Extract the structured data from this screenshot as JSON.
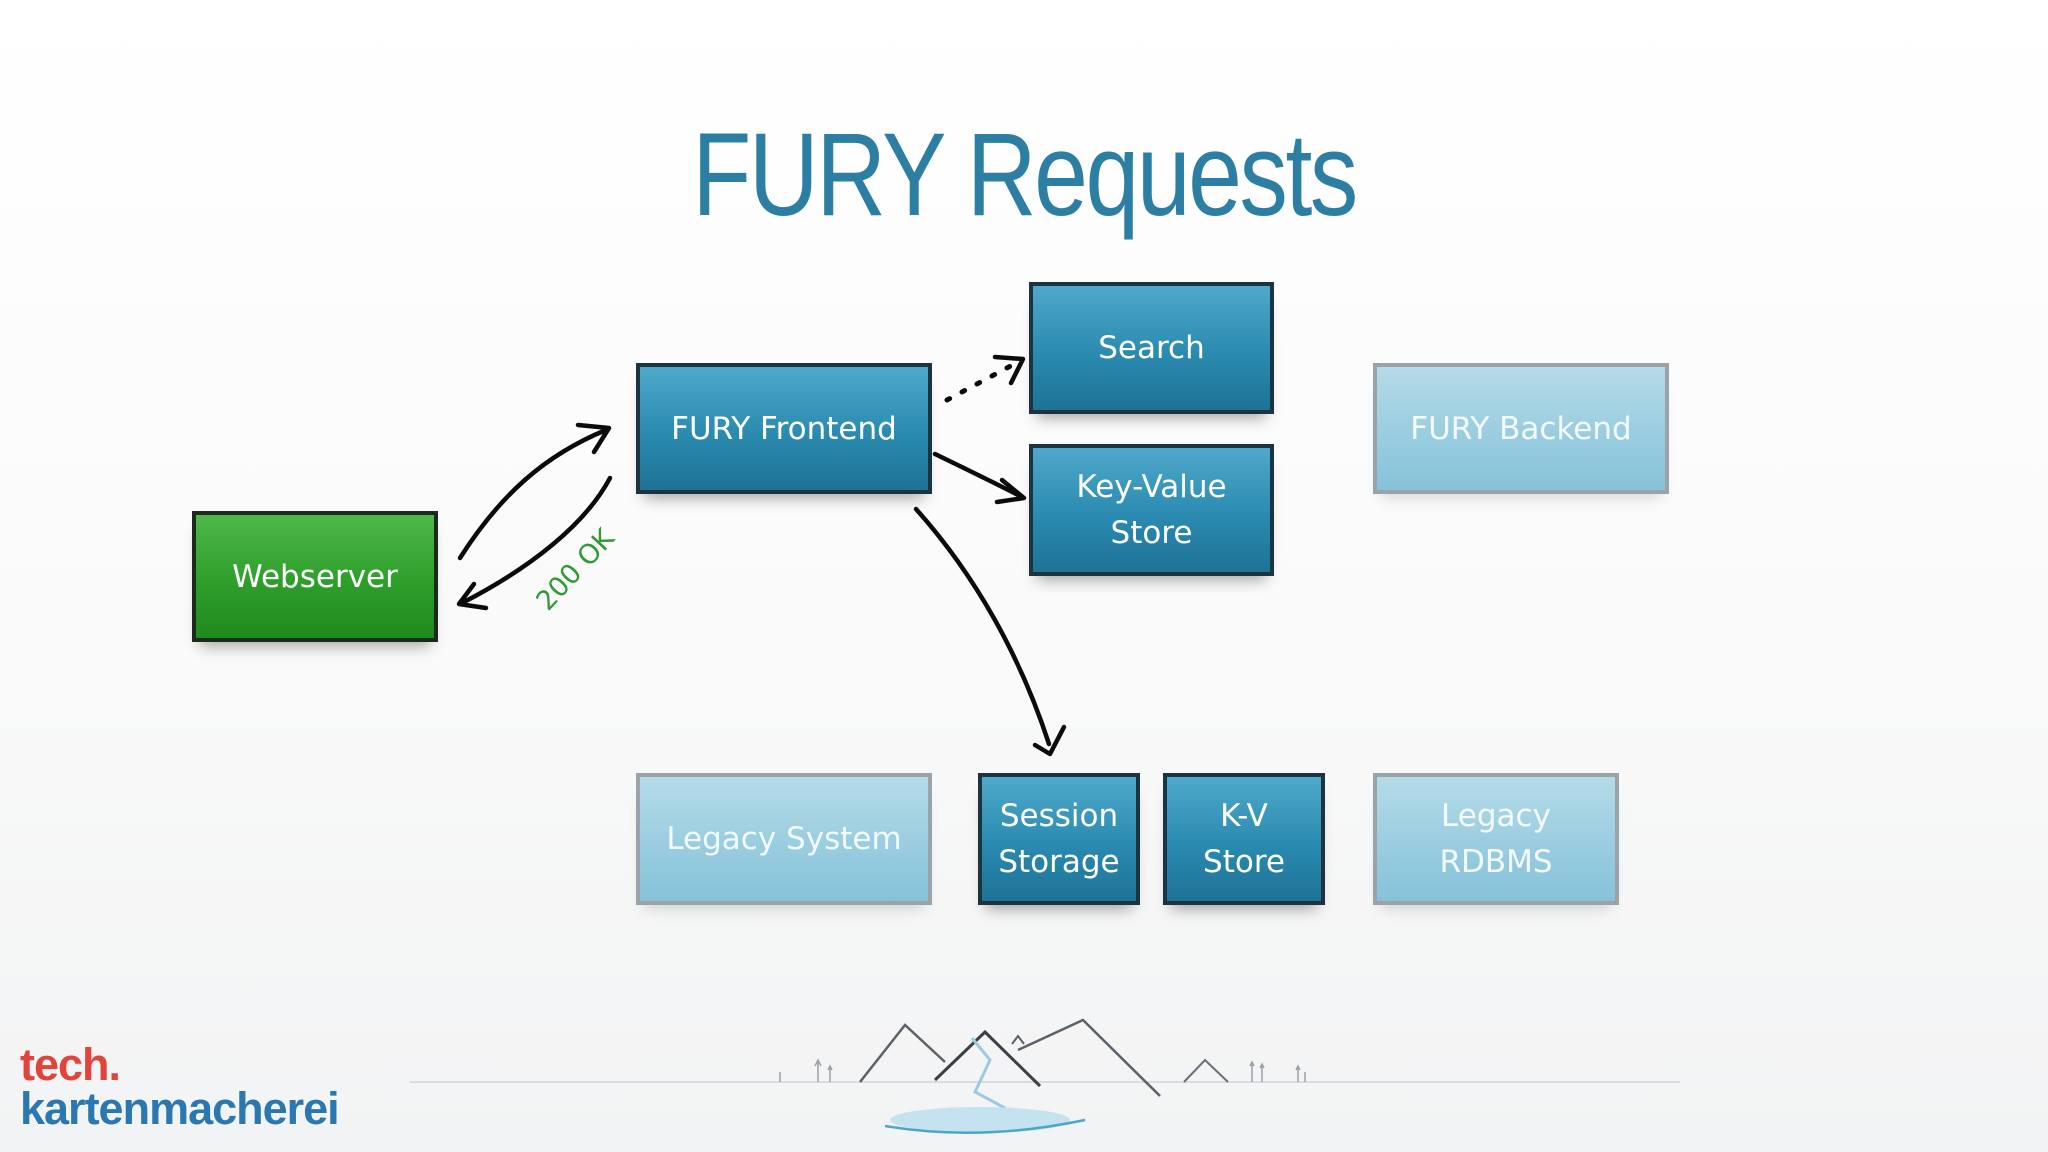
{
  "slide": {
    "title": "FURY Requests"
  },
  "nodes": {
    "webserver": "Webserver",
    "fury_frontend": "FURY Frontend",
    "search": "Search",
    "key_value_store": "Key-Value\nStore",
    "fury_backend": "FURY Backend",
    "legacy_system": "Legacy System",
    "session_storage": "Session\nStorage",
    "kv_store": "K-V\nStore",
    "legacy_rdbms": "Legacy\nRDBMS"
  },
  "edges": {
    "response_label": "200 OK"
  },
  "brand": {
    "line1": "tech.",
    "line2": "kartenmacherei"
  },
  "colors": {
    "title": "#2c7fa3",
    "active_box": "#2a8ab0",
    "inactive_box": "#9acde0",
    "webserver_box": "#2e9e2a",
    "status_label": "#2f9a36",
    "brand_line1": "#e0443b",
    "brand_line2": "#2b77b0"
  }
}
